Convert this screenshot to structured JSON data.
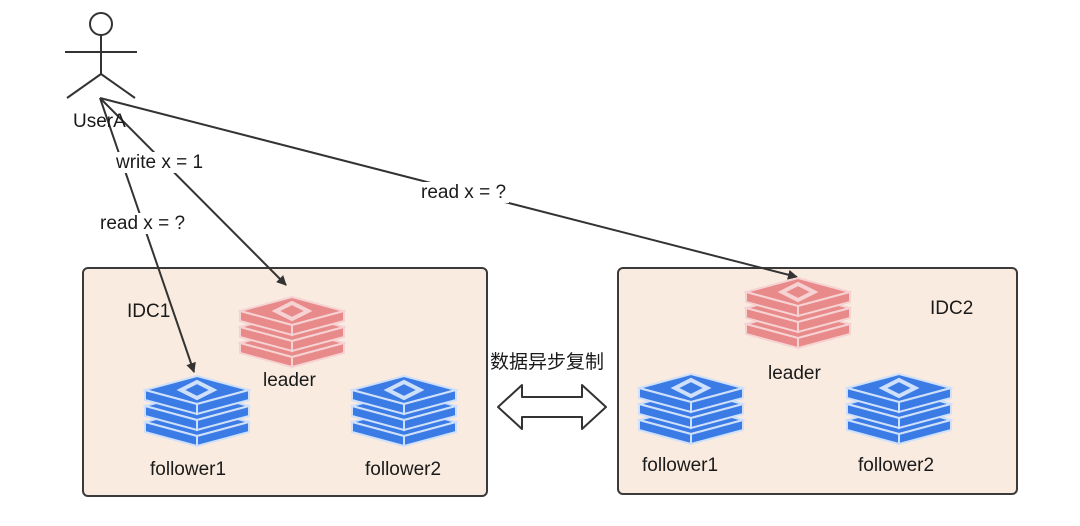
{
  "user": {
    "label": "UserA"
  },
  "edges": {
    "write_leader": "write x = 1",
    "read_follower": "read x = ?",
    "read_remote": "read x = ?"
  },
  "idc1": {
    "title": "IDC1",
    "leader": "leader",
    "follower1": "follower1",
    "follower2": "follower2"
  },
  "idc2": {
    "title": "IDC2",
    "leader": "leader",
    "follower1": "follower1",
    "follower2": "follower2"
  },
  "replication": {
    "label": "数据异步复制"
  },
  "colors": {
    "leader": "#e8898a",
    "leader_stroke": "#f6d2d2",
    "follower": "#3b7be6",
    "follower_stroke": "#cfe0fb",
    "box_fill": "#f9ebdf",
    "box_border": "#3a3a3a",
    "line": "#333333"
  },
  "icons": {
    "user": "stick-figure-icon",
    "node": "redis-stack-icon",
    "replication": "double-arrow-icon"
  }
}
